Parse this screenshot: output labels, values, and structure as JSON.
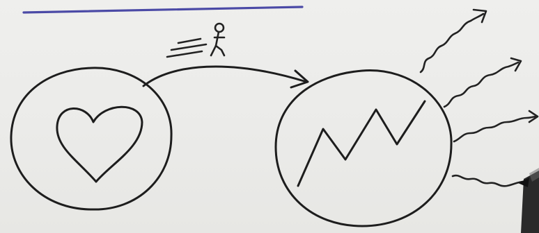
{
  "colors": {
    "background": "#ecece9",
    "ink": "#1d1d1d",
    "underline": "#4b4aa6",
    "marker_body": "#2a2a2a"
  },
  "diagram": {
    "nodes": [
      {
        "id": "heart-circle",
        "icon": "heart-icon"
      },
      {
        "id": "growth-circle",
        "icon": "zigzag-growth-icon"
      }
    ],
    "edges": [
      {
        "from": "heart-circle",
        "to": "growth-circle",
        "icon": "curved-arrow-icon",
        "annotation_icon": "running-stick-figure-icon"
      }
    ],
    "outgoing_wavy_arrows": 4,
    "decorations": [
      "top-underline",
      "speed-lines-icon",
      "marker-pen"
    ]
  }
}
